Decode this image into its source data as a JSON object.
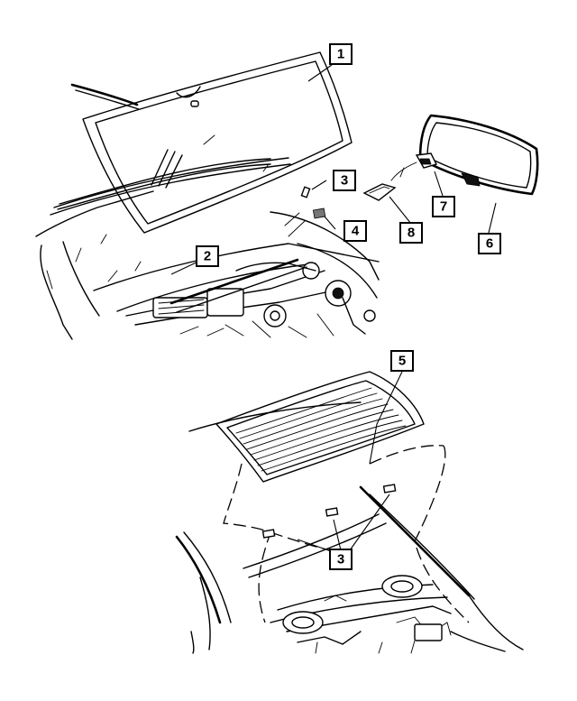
{
  "callouts": {
    "c1": "1",
    "c2": "2",
    "c3_top": "3",
    "c4": "4",
    "c5": "5",
    "c6": "6",
    "c7": "7",
    "c8": "8",
    "c3_bottom": "3"
  }
}
